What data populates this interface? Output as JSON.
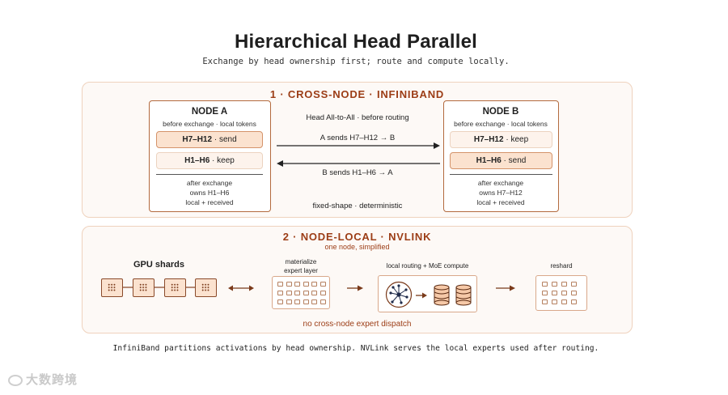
{
  "title": "Hierarchical Head Parallel",
  "subtitle": "Exchange by head ownership first; route and compute locally.",
  "section1": {
    "title": "1 · CROSS-NODE · INFINIBAND",
    "node_a": {
      "title": "NODE A",
      "subtitle": "before exchange · local tokens",
      "chip1": {
        "heads": "H7–H12",
        "action": " · send"
      },
      "chip2": {
        "heads": "H1–H6",
        "action": " · keep"
      },
      "after": [
        "after exchange",
        "owns H1–H6",
        "local + received"
      ]
    },
    "node_b": {
      "title": "NODE B",
      "subtitle": "before exchange · local tokens",
      "chip1": {
        "heads": "H7–H12",
        "action": " · keep"
      },
      "chip2": {
        "heads": "H1–H6",
        "action": " · send"
      },
      "after": [
        "after exchange",
        "owns H7–H12",
        "local + received"
      ]
    },
    "center_label": "Head All-to-All · before routing",
    "arrow_right_label": "A sends H7–H12 → B",
    "arrow_left_label": "B sends H1–H6 → A",
    "bottom_label": "fixed-shape · deterministic"
  },
  "section2": {
    "title": "2 · NODE-LOCAL · NVLINK",
    "subtitle": "one node, simplified",
    "gpu_label": "GPU shards",
    "materialize_label": [
      "materialize",
      "expert layer"
    ],
    "routing_label": "local routing + MoE compute",
    "reshard_label": "reshard",
    "bottom_label": "no cross-node expert dispatch"
  },
  "footer": "InfiniBand partitions activations by head ownership. NVLink serves the local experts used after routing.",
  "watermark": "大数跨境",
  "colors": {
    "accent": "#9c3d16",
    "border": "#b36a3e",
    "chip_send": "#fbe2cf",
    "chip_keep": "#fdf3ec"
  },
  "icons": [
    "router-hub-icon",
    "database-icon",
    "database-icon",
    "gpu-chip-icon"
  ]
}
